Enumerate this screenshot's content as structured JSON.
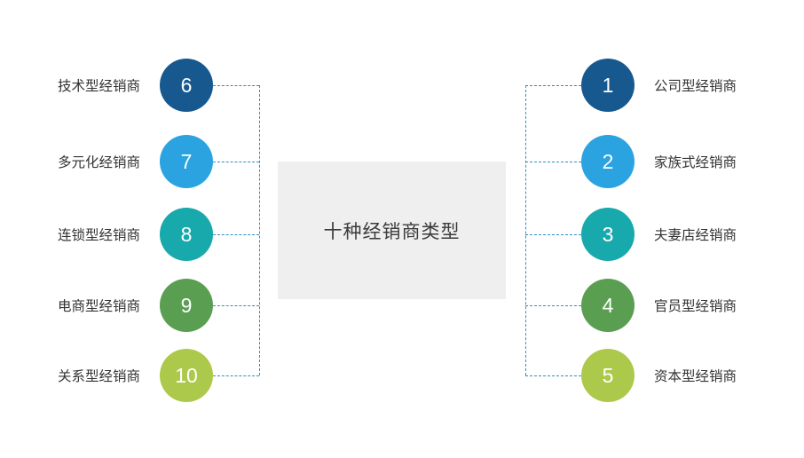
{
  "center": {
    "label": "十种经销商类型",
    "bg": "#efefef"
  },
  "connector": {
    "color": "#2d8fc9",
    "style": "dashed"
  },
  "right_nodes": [
    {
      "number": "1",
      "label": "公司型经销商",
      "color": "#17598f"
    },
    {
      "number": "2",
      "label": "家族式经销商",
      "color": "#2aa3e0"
    },
    {
      "number": "3",
      "label": "夫妻店经销商",
      "color": "#18a9ac"
    },
    {
      "number": "4",
      "label": "官员型经销商",
      "color": "#5a9e52"
    },
    {
      "number": "5",
      "label": "资本型经销商",
      "color": "#adc94b"
    }
  ],
  "left_nodes": [
    {
      "number": "6",
      "label": "技术型经销商",
      "color": "#17598f"
    },
    {
      "number": "7",
      "label": "多元化经销商",
      "color": "#2aa3e0"
    },
    {
      "number": "8",
      "label": "连锁型经销商",
      "color": "#18a9ac"
    },
    {
      "number": "9",
      "label": "电商型经销商",
      "color": "#5a9e52"
    },
    {
      "number": "10",
      "label": "关系型经销商",
      "color": "#adc94b"
    }
  ]
}
